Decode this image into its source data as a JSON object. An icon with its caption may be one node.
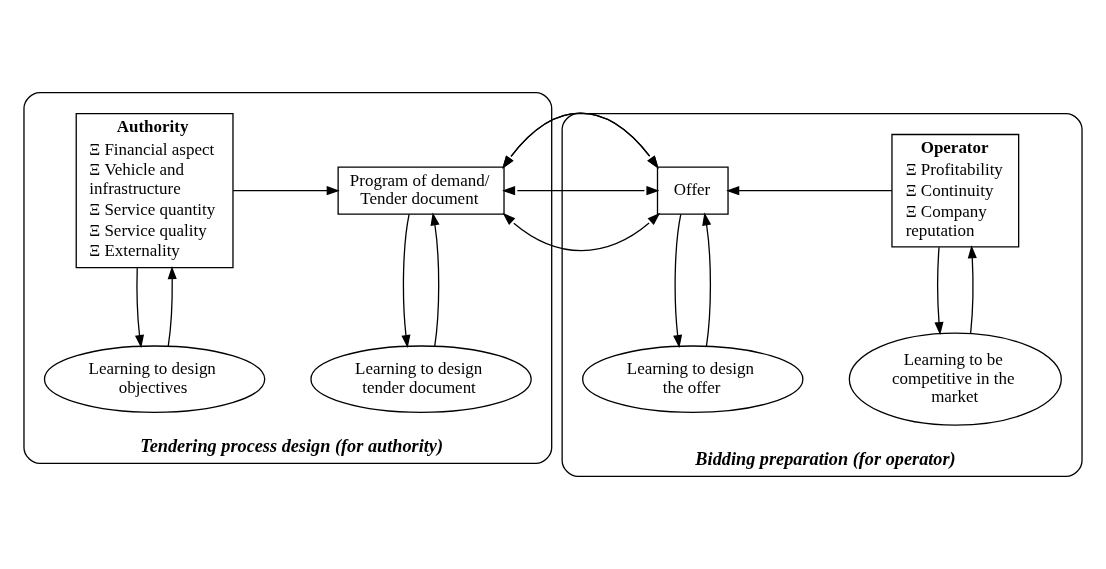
{
  "diagram": {
    "nodes": [
      {
        "text": [
          "Tendering process design (for authority)"
        ]
      },
      {
        "text": [
          "Authority",
          "Ξ Financial aspect",
          "Ξ Vehicle and infrastructure",
          "Ξ Service quantity",
          "Ξ Service quality",
          "Ξ Externality"
        ],
        "in": 0
      },
      {
        "text": [
          "Program of demand/ Tender document"
        ],
        "in": 0
      },
      {
        "text": [
          "Learning to design objectives"
        ],
        "in": 0
      },
      {
        "text": [
          "Learning to design tender document"
        ],
        "in": 0
      },
      {
        "text": [
          "Bidding preparation (for operator)"
        ]
      },
      {
        "text": [
          "Offer"
        ],
        "in": 5
      },
      {
        "text": [
          "Operator",
          "Ξ Profitability",
          "Ξ Continuity",
          "Ξ Company reputation"
        ],
        "in": 5
      },
      {
        "text": [
          "Learning to design the offer"
        ],
        "in": 5
      },
      {
        "text": [
          "Learning to be competitive in the market"
        ],
        "in": 5
      }
    ],
    "edges": [
      {
        "from": 1,
        "to": 2,
        "arrow": "to"
      },
      {
        "from": 2,
        "to": 6,
        "arrow": "both"
      },
      {
        "from": 2,
        "to": 6,
        "arrow": "both"
      },
      {
        "from": 2,
        "to": 6,
        "arrow": "both"
      },
      {
        "from": 7,
        "to": 6,
        "arrow": "to"
      },
      {
        "from": 1,
        "to": 3,
        "arrow": "to"
      },
      {
        "from": 3,
        "to": 1,
        "arrow": "to"
      },
      {
        "from": 2,
        "to": 4,
        "arrow": "to"
      },
      {
        "from": 4,
        "to": 2,
        "arrow": "to"
      },
      {
        "from": 8,
        "to": 6,
        "arrow": "to"
      },
      {
        "from": 6,
        "to": 8,
        "arrow": "to"
      },
      {
        "from": 9,
        "to": 7,
        "arrow": "to"
      },
      {
        "from": 7,
        "to": 9,
        "arrow": "to"
      }
    ]
  }
}
